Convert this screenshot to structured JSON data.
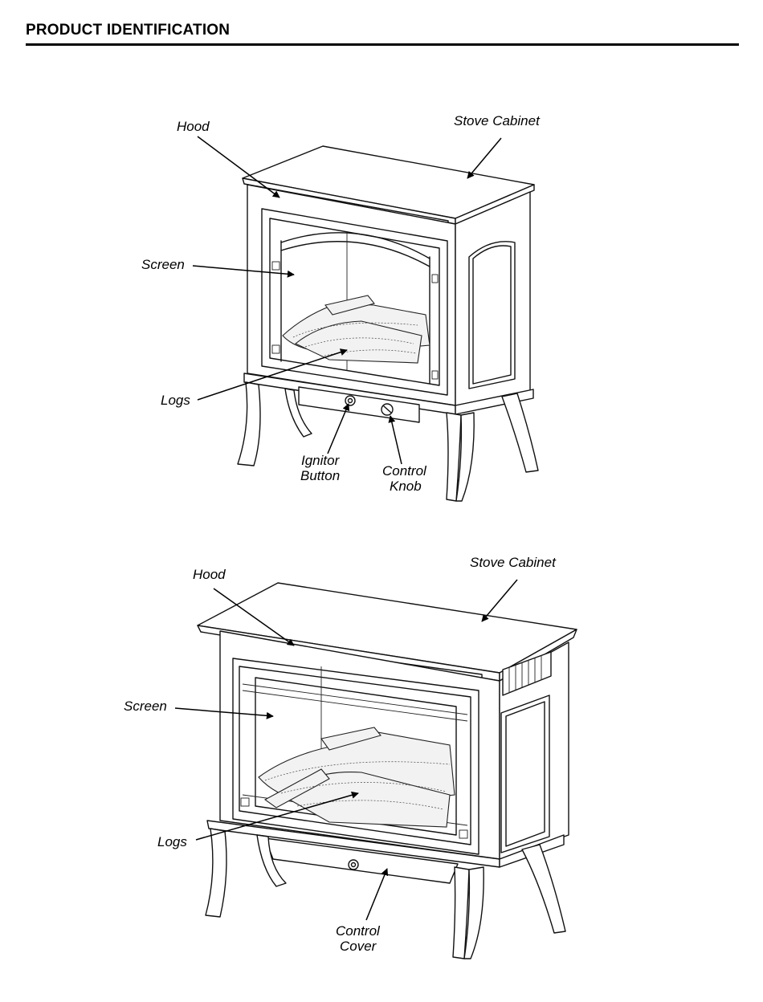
{
  "header": {
    "title": "PRODUCT IDENTIFICATION"
  },
  "figure1": {
    "labels": {
      "hood": "Hood",
      "stove_cabinet": "Stove Cabinet",
      "screen": "Screen",
      "logs": "Logs",
      "ignitor_line1": "Ignitor",
      "ignitor_line2": "Button",
      "control_knob_line1": "Control",
      "control_knob_line2": "Knob"
    }
  },
  "figure2": {
    "labels": {
      "hood": "Hood",
      "stove_cabinet": "Stove Cabinet",
      "screen": "Screen",
      "logs": "Logs",
      "control_cover_line1": "Control",
      "control_cover_line2": "Cover"
    }
  }
}
